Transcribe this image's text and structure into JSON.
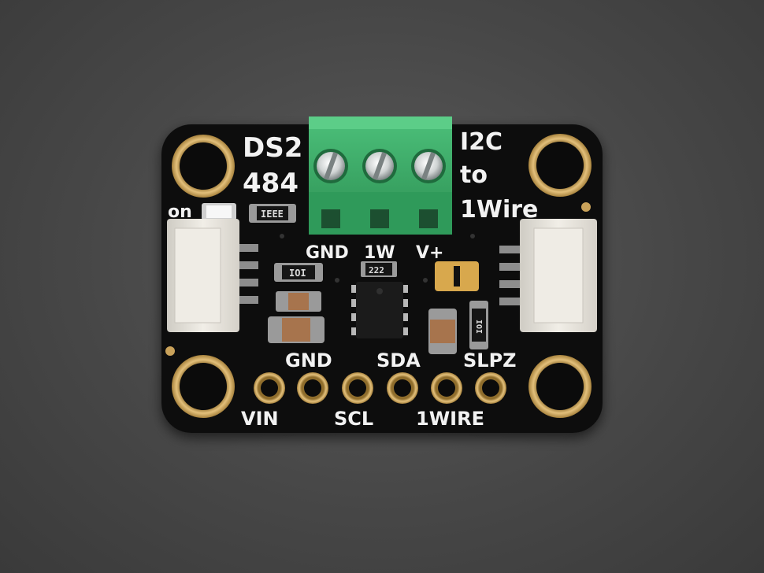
{
  "board": {
    "title_line1": "DS2",
    "title_line2": "484",
    "subtitle_line1": "I2C",
    "subtitle_line2": "to",
    "subtitle_line3": "1Wire",
    "power_led_label": "on",
    "terminal_labels": [
      "GND",
      "1W",
      "V+"
    ],
    "header_pins_top": [
      "GND",
      "SDA",
      "SLPZ"
    ],
    "header_pins_bottom": [
      "VIN",
      "SCL",
      "1WIRE"
    ],
    "component_codes": {
      "led_resistor": "ΙΕΕΕ",
      "resistor_left": "ΙΟΙ",
      "ic_marking": "222",
      "resistor_right": "ΙΟΙ"
    }
  },
  "colors": {
    "background": "#474747",
    "pcb": "#111111",
    "silkscreen": "#f2f2f2",
    "gold_pad": "#c9a25a",
    "terminal_block": "#3fb26a",
    "connector_white": "#e9e6df"
  }
}
